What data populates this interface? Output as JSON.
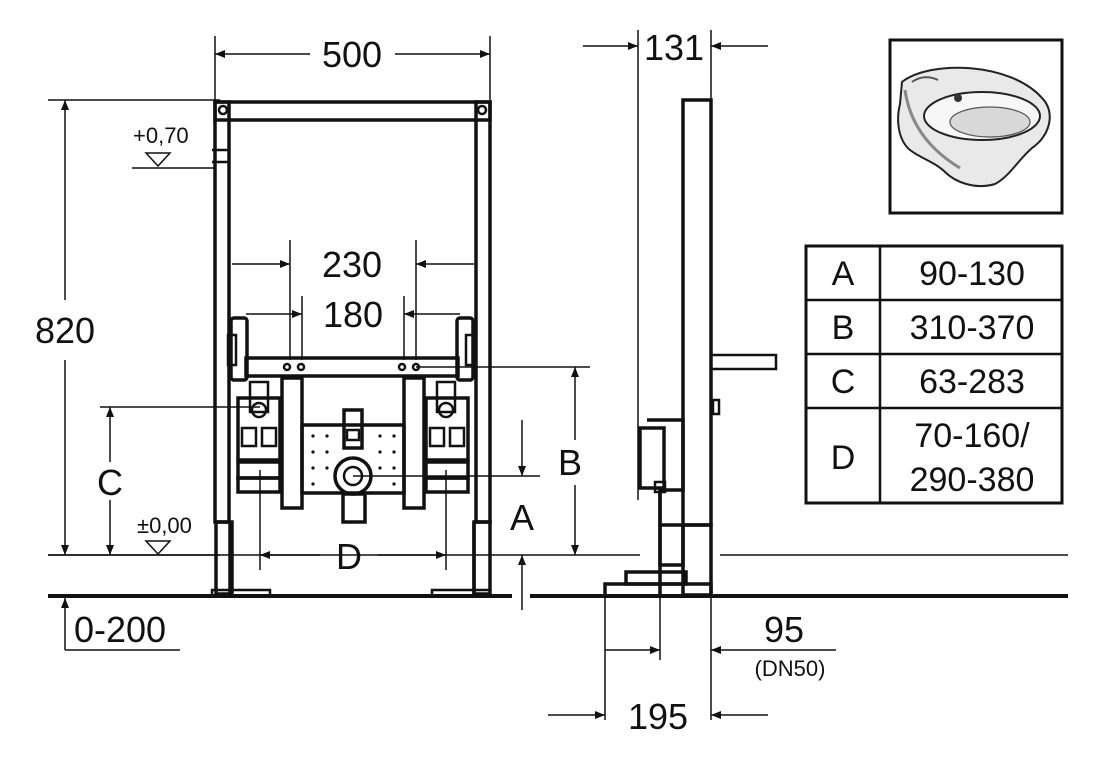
{
  "front_view": {
    "width": "500",
    "height": "820",
    "level_top": "+0,70",
    "level_zero": "±0,00",
    "spacing_outer": "230",
    "spacing_inner": "180",
    "label_b": "B",
    "label_c": "C",
    "label_d": "D",
    "label_a": "A",
    "floor_adjust": "0-200"
  },
  "side_view": {
    "depth": "131",
    "drain_offset": "95",
    "drain_size": "(DN50)",
    "base_depth": "195"
  },
  "product_icon": "wall-hung-bidet-icon",
  "table": {
    "rows": [
      {
        "key": "A",
        "value": "90-130"
      },
      {
        "key": "B",
        "value": "310-370"
      },
      {
        "key": "C",
        "value": "63-283"
      },
      {
        "key": "D",
        "value": "70-160/",
        "value2": "290-380"
      }
    ]
  }
}
